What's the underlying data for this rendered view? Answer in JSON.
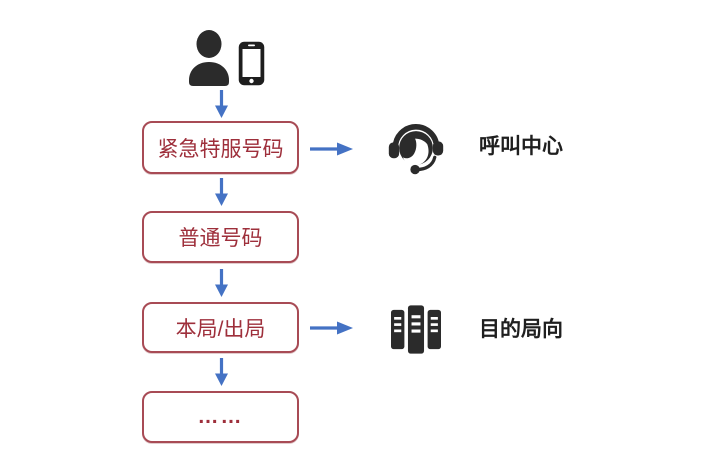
{
  "diagram": {
    "background": "#FFFFFF",
    "source": {
      "icons": [
        {
          "name": "user-icon"
        },
        {
          "name": "smartphone-icon"
        }
      ]
    },
    "nodes": [
      {
        "id": "emergency-service-number",
        "label": "紧急特服号码"
      },
      {
        "id": "ordinary-number",
        "label": "普通号码"
      },
      {
        "id": "local-or-outgoing",
        "label": "本局/出局"
      },
      {
        "id": "more",
        "label": "……"
      }
    ],
    "callouts": [
      {
        "icon": "headset-agent-icon",
        "label": "呼叫中心"
      },
      {
        "icon": "server-rack-icon",
        "label": "目的局向"
      }
    ],
    "connections": [
      {
        "from": "caller-source",
        "to": "紧急特服号码",
        "direction": "down"
      },
      {
        "from": "紧急特服号码",
        "to": "呼叫中心",
        "direction": "right"
      },
      {
        "from": "紧急特服号码",
        "to": "普通号码",
        "direction": "down"
      },
      {
        "from": "普通号码",
        "to": "本局/出局",
        "direction": "down"
      },
      {
        "from": "本局/出局",
        "to": "目的局向",
        "direction": "right"
      },
      {
        "from": "本局/出局",
        "to": "……",
        "direction": "down"
      }
    ],
    "colors": {
      "node_border": "#A84B55",
      "node_text": "#9E2F3B",
      "arrow": "#4472C4",
      "icon": "#2B2B2B",
      "callout_text": "#1F1F1F",
      "background": "#FFFFFF"
    }
  }
}
